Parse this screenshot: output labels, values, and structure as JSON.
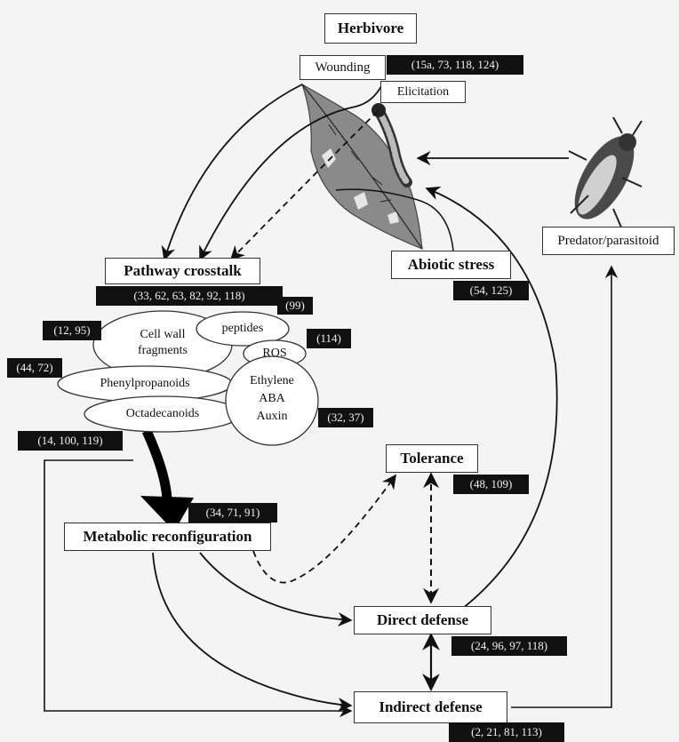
{
  "nodes": {
    "herbivore": "Herbivore",
    "wounding": "Wounding",
    "elicitation": "Elicitation",
    "predator": "Predator/parasitoid",
    "pathway": "Pathway crosstalk",
    "abiotic": "Abiotic stress",
    "tolerance": "Tolerance",
    "metabolic": "Metabolic reconfiguration",
    "direct": "Direct defense",
    "indirect": "Indirect defense"
  },
  "signals": {
    "cellwall_1": "Cell wall",
    "cellwall_2": "fragments",
    "peptides": "peptides",
    "ros": "ROS",
    "phenyl": "Phenylpropanoids",
    "octa": "Octadecanoids",
    "ethylene": "Ethylene",
    "aba": "ABA",
    "auxin": "Auxin"
  },
  "refs": {
    "wounding": "(15a, 73, 118, 124)",
    "pathway": "(33, 62, 63, 82, 92, 118)",
    "abiotic": "(54, 125)",
    "peptides": "(99)",
    "cellwall": "(12, 95)",
    "ros": "(114)",
    "phenyl": "(44, 72)",
    "hormones": "(32, 37)",
    "octa": "(14, 100, 119)",
    "tolerance": "(48, 109)",
    "metabolic": "(34, 71, 91)",
    "direct": "(24, 96, 97, 118)",
    "indirect": "(2, 21, 81, 113)"
  },
  "icons": [
    "leaf-icon",
    "caterpillar-icon",
    "predator-bug-icon"
  ]
}
